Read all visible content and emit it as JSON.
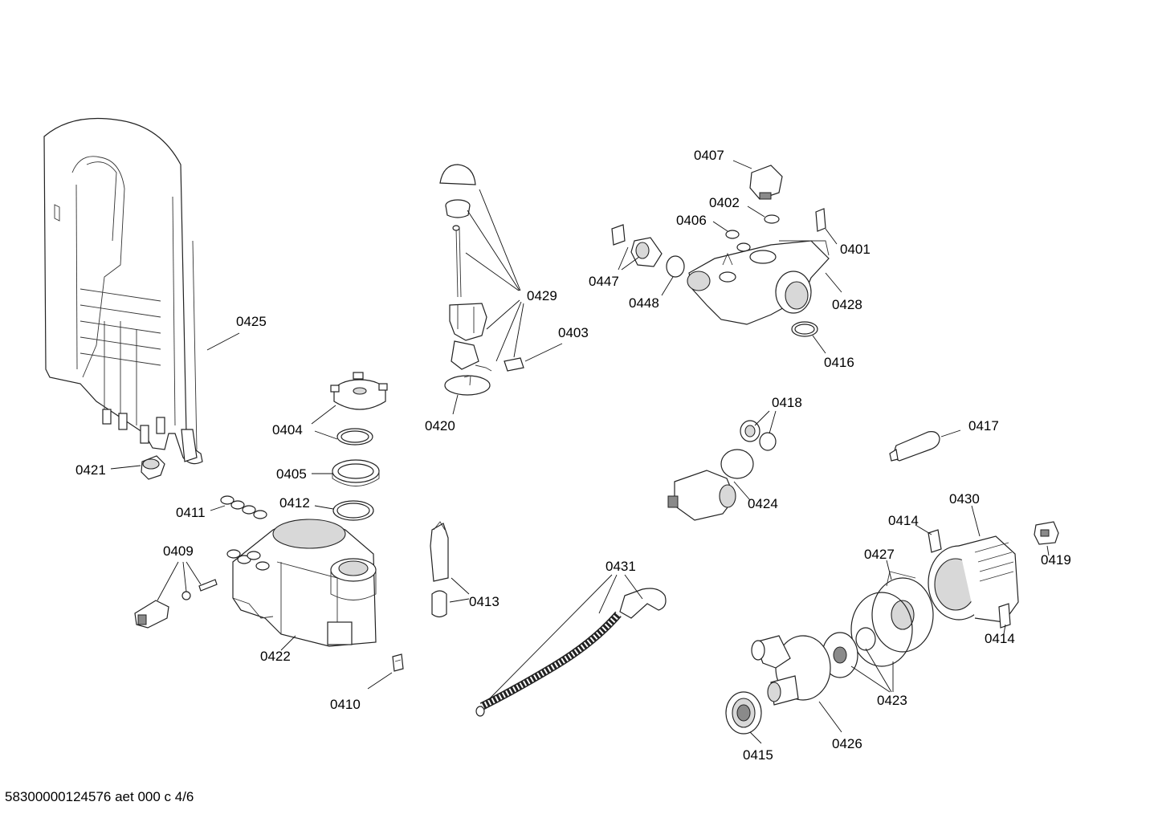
{
  "labels": {
    "p0407": "0407",
    "p0402": "0402",
    "p0406": "0406",
    "p0401": "0401",
    "p0447": "0447",
    "p0448": "0448",
    "p0428": "0428",
    "p0416": "0416",
    "p0429": "0429",
    "p0403": "0403",
    "p0420": "0420",
    "p0425": "0425",
    "p0421": "0421",
    "p0404": "0404",
    "p0405": "0405",
    "p0411": "0411",
    "p0412": "0412",
    "p0409": "0409",
    "p0422": "0422",
    "p0410": "0410",
    "p0413": "0413",
    "p0431": "0431",
    "p0418": "0418",
    "p0417": "0417",
    "p0424": "0424",
    "p0414a": "0414",
    "p0430": "0430",
    "p0419": "0419",
    "p0427": "0427",
    "p0414b": "0414",
    "p0423": "0423",
    "p0426": "0426",
    "p0415": "0415"
  },
  "footer": "58300000124576 aet 000 c 4/6"
}
